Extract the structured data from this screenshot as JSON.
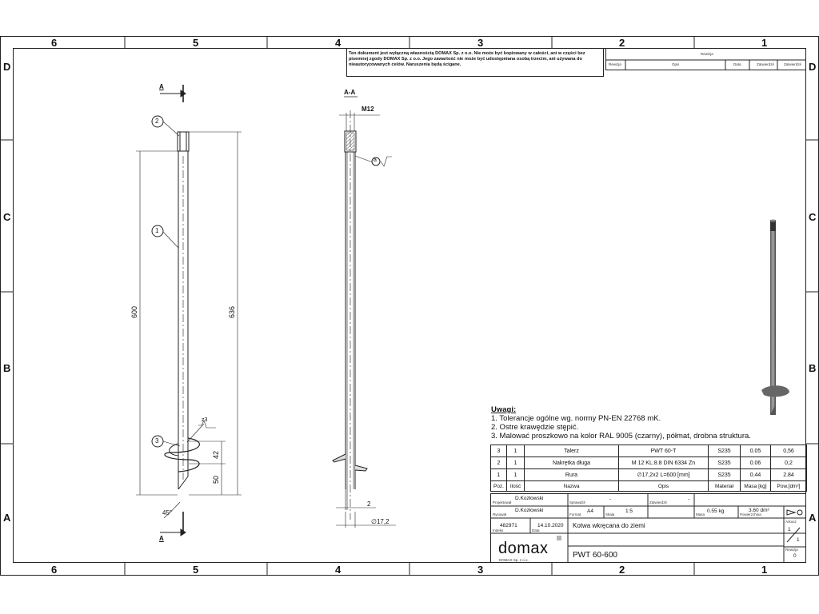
{
  "frame": {
    "columns": [
      "6",
      "5",
      "4",
      "3",
      "2",
      "1"
    ],
    "rows": [
      "D",
      "C",
      "B",
      "A"
    ]
  },
  "notice": "Ten dokument jest wyłączną własnością DOMAX Sp. z o.o. Nie może być kopiowany w całości, ani w części bez pisemnej zgody DOMAX Sp. z o.o. Jego zawartość nie może być udostępniana osobą trzecim, ani używana do nieautoryzowanych celów. Naruszenia będą ścigane.",
  "revision_table": {
    "title": "Rewizja",
    "headers": [
      "Rewizja",
      "Opis",
      "Data",
      "Zatwierdził",
      "Zatwierdził"
    ]
  },
  "view_labels": {
    "section_marker": "A",
    "section_title": "A-A"
  },
  "dimensions": {
    "length_600": "600",
    "length_636": "636",
    "pitch_42": "42",
    "tip_50": "50",
    "angle": "45°",
    "thread": "M12",
    "wall": "2",
    "diameter": "∅17,2",
    "roughness_a": "a",
    "roughness_z3": "z3"
  },
  "balloons": [
    "1",
    "2",
    "3"
  ],
  "notes": {
    "title": "Uwagi:",
    "items": [
      "1.   Tolerancje ogólne wg. normy PN-EN 22768 mK.",
      "2.   Ostre krawędzie stępić.",
      "3.   Malować proszkowo na kolor RAL 9005 (czarny), półmat, drobna struktura."
    ]
  },
  "bom": {
    "rows": [
      [
        "3",
        "1",
        "Talerz",
        "PWT 60-T",
        "S235",
        "0.05",
        "0,56"
      ],
      [
        "2",
        "1",
        "Nakrętka długa",
        "M 12 KL.8.8 DIN 6334 Zn",
        "S235",
        "0.06",
        "0,2"
      ],
      [
        "1",
        "1",
        "Rura",
        "∅17,2x2 L=600 [mm]",
        "S235",
        "0.44",
        "2.84"
      ]
    ],
    "headers": [
      "Poz.",
      "Ilość",
      "Nazwa",
      "Opis",
      "Materiał",
      "Masa [kg]",
      "Pow.[dm²]"
    ]
  },
  "title_block": {
    "designer_label": "Projektował",
    "designer": "D.Kozłowski",
    "checker_label": "Sprawdził",
    "approver_label": "Zatwierdził",
    "drawer_label": "Rysował",
    "drawer": "D.Kozłowski",
    "format_label": "Format",
    "format": "A4",
    "scale_label": "Skala",
    "scale": "1:5",
    "mass_label": "Masa",
    "mass": "0.55 kg",
    "area_label": "Powierzchnia",
    "area": "3.60 dm²",
    "number_label": "Indeks",
    "number": "482971",
    "date_label": "Data",
    "date": "14.10.2020",
    "name": "Kotwa wkręcana do ziemi",
    "drawing_number": "PWT 60-600",
    "company": "domax",
    "company_sub": "DOMAX Sp. z o.o.",
    "sheet_label": "Arkusz",
    "sheet_top": "1",
    "sheet_bottom": "1",
    "revision_label": "Rewizja",
    "revision": "0",
    "dash1": "-",
    "dash2": "-"
  }
}
